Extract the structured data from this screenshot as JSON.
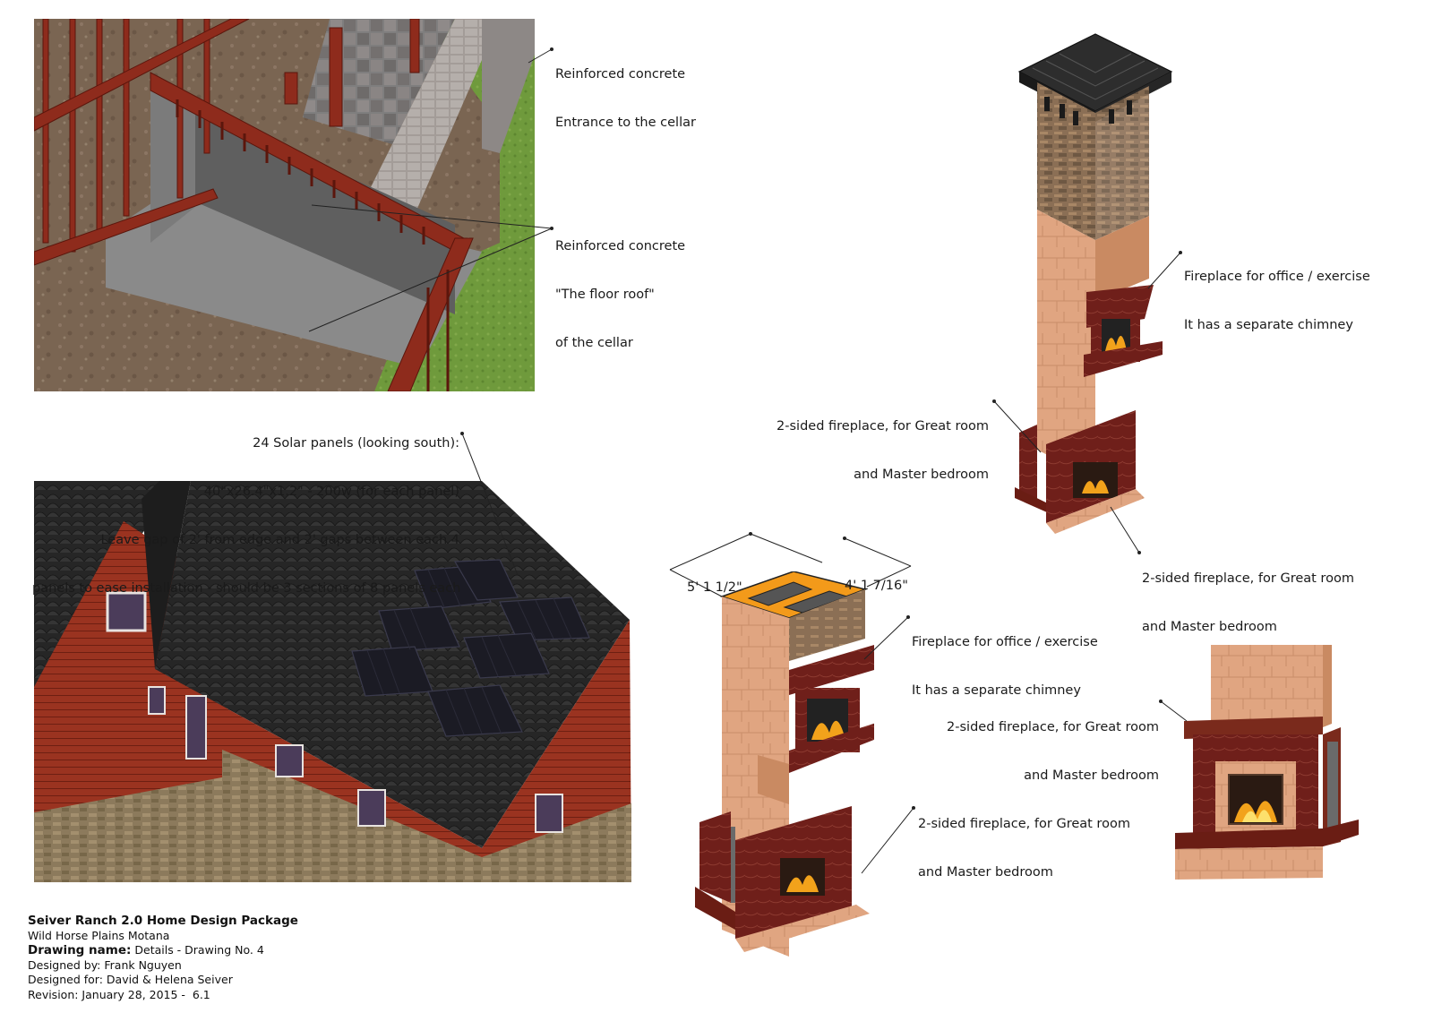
{
  "annotations": {
    "cellar_entrance": [
      "Reinforced concrete",
      "Entrance to the cellar"
    ],
    "cellar_floor_roof": [
      "Reinforced concrete",
      "\"The floor roof\"",
      "of the cellar"
    ],
    "solar_panels": [
      "24 Solar panels (looking south):",
      "40\"x26.4\"x1.2\" - 200w (for each panel)",
      "Leave gap of 2' from edge and 2' gaps between each 4",
      "panels to ease installation - should be 3 sections of 8 panels each"
    ],
    "office_fireplace_upper": [
      "Fireplace for office / exercise",
      "It has a separate chimney"
    ],
    "two_sided_upper_left": [
      "2-sided fireplace, for Great room",
      "and Master bedroom"
    ],
    "two_sided_upper_right": [
      "2-sided fireplace, for Great room",
      "and Master bedroom"
    ],
    "dimension_a": "5' 1 1/2\"",
    "dimension_b": "4' 1 7/16\"",
    "office_fireplace_lower": [
      "Fireplace for office / exercise",
      "It has a separate chimney"
    ],
    "two_sided_mid_right": [
      "2-sided fireplace, for Great room",
      "and Master bedroom"
    ],
    "two_sided_lower": [
      "2-sided fireplace, for Great room",
      "and Master bedroom"
    ]
  },
  "title_block": {
    "project": "Seiver Ranch 2.0 Home Design Package",
    "location": "Wild Horse Plains Motana",
    "drawing_name_label": "Drawing name:",
    "drawing_name_value": "Details - Drawing No. 4",
    "designed_by": "Designed by: Frank Nguyen",
    "designed_for": "Designed for: David & Helena Seiver",
    "revision": "Revision: January 28, 2015 -  6.1"
  },
  "colors": {
    "wood_red": "#8e2b1c",
    "concrete_gray": "#7c7c7c",
    "roof_black": "#2a2a2a",
    "stone_tan": "#e0a581",
    "chimney_cap_orange": "#f39a1a",
    "grass_green": "#6f9a3c"
  }
}
